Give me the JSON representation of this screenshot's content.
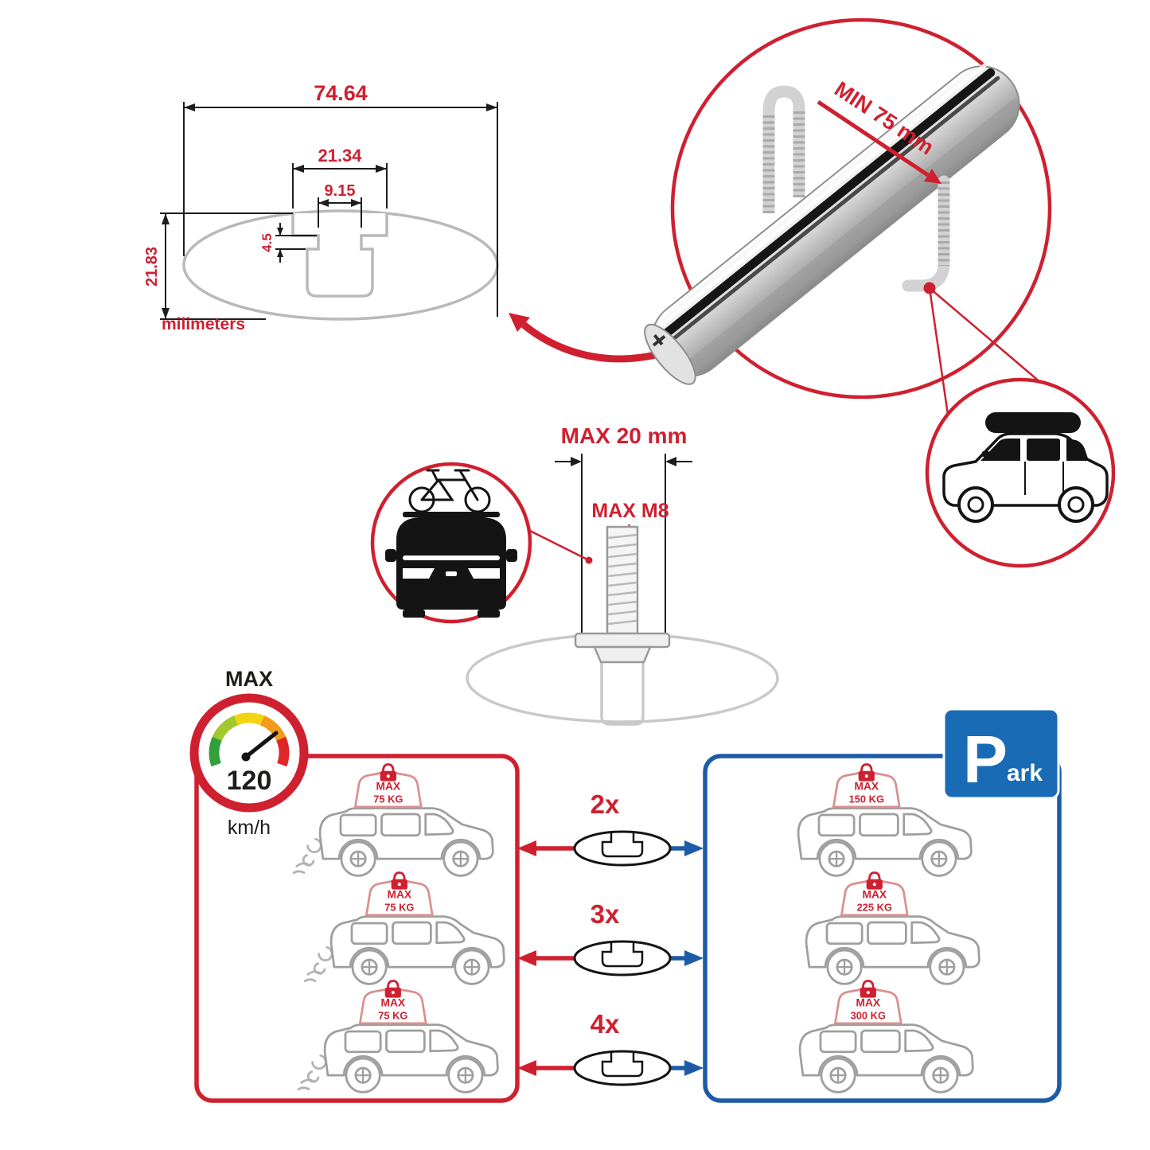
{
  "colors": {
    "red": "#cf2030",
    "blue": "#1d5ba6",
    "park_blue": "#1a6bb5",
    "gray": "#b9b9b9",
    "dark": "#1d1d1b"
  },
  "profile_dimensions": {
    "total_width": "74.64",
    "channel_width": "21.34",
    "slot_width": "9.15",
    "slot_depth": "4.5",
    "total_height": "21.83",
    "units_label": "milimeters"
  },
  "clamp": {
    "min_grip_label": "MIN 75 mm"
  },
  "bolt": {
    "max_length_label": "MAX 20 mm",
    "max_thread_label": "MAX M8"
  },
  "speed_limit": {
    "label": "MAX",
    "value": "120",
    "unit": "km/h"
  },
  "park_sign": {
    "letter": "P",
    "suffix": "ark"
  },
  "bar_counts": [
    {
      "label": "2x"
    },
    {
      "label": "3x"
    },
    {
      "label": "4x"
    }
  ],
  "driving_loads": [
    {
      "max": "MAX",
      "weight": "75 KG"
    },
    {
      "max": "MAX",
      "weight": "75 KG"
    },
    {
      "max": "MAX",
      "weight": "75 KG"
    }
  ],
  "parked_loads": [
    {
      "max": "MAX",
      "weight": "150 KG"
    },
    {
      "max": "MAX",
      "weight": "225 KG"
    },
    {
      "max": "MAX",
      "weight": "300 KG"
    }
  ]
}
